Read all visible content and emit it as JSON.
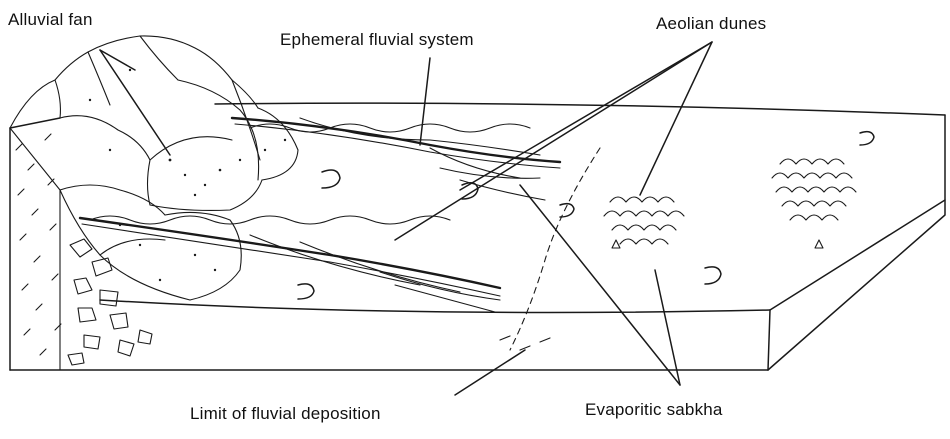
{
  "labels": {
    "alluvial_fan": "Alluvial fan",
    "ephemeral_fluvial": "Ephemeral fluvial system",
    "aeolian_dunes": "Aeolian dunes",
    "limit_fluvial": "Limit of fluvial deposition",
    "evaporitic_sabkha": "Evaporitic sabkha"
  }
}
